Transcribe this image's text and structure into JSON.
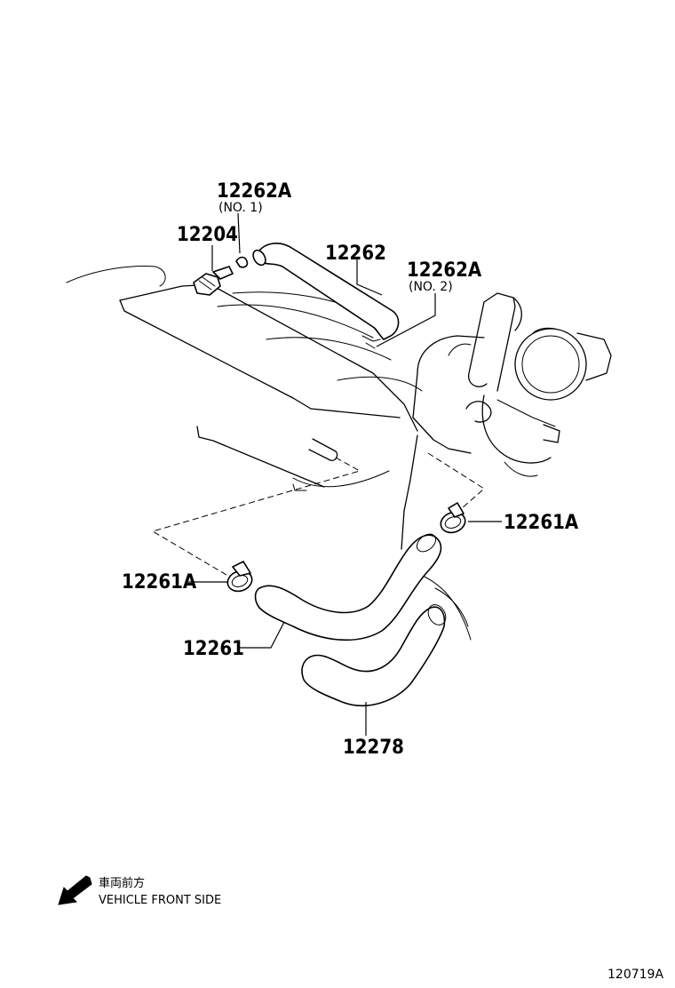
{
  "labels": {
    "p12262a_no1": "12262A",
    "p12262a_no1_sub": "(NO. 1)",
    "p12204": "12204",
    "p12262": "12262",
    "p12262a_no2": "12262A",
    "p12262a_no2_sub": "(NO. 2)",
    "p12261a_right": "12261A",
    "p12261a_left": "12261A",
    "p12261": "12261",
    "p12278": "12278"
  },
  "orientation": {
    "jp": "車両前方",
    "en": "VEHICLE FRONT SIDE"
  },
  "figure_id": "120719A"
}
